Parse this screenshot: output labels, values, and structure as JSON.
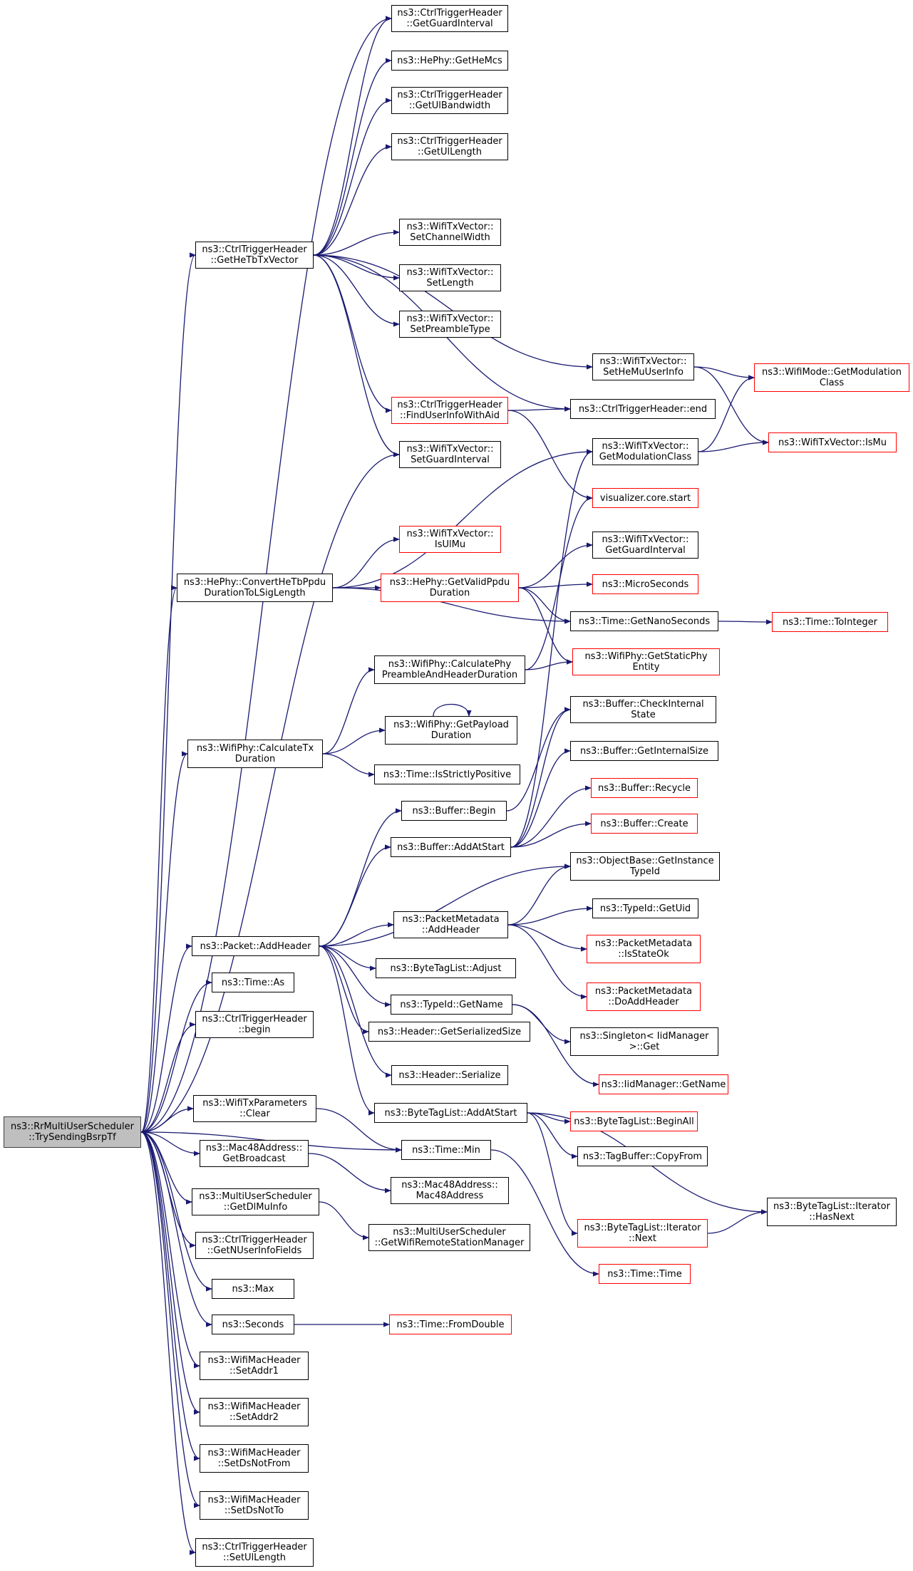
{
  "diagram": {
    "colors": {
      "edge": "#191970",
      "node_border": "#000000",
      "node_border_incomplete": "#ff0000",
      "root_fill": "#bfbfbf",
      "node_fill": "#ffffff"
    },
    "nodes": [
      {
        "id": "root",
        "lines": [
          "ns3::RrMultiUserScheduler",
          "::TrySendingBsrpTf"
        ],
        "style": "root"
      },
      {
        "id": "getHeTbTxVector",
        "lines": [
          "ns3::CtrlTriggerHeader",
          "::GetHeTbTxVector"
        ],
        "style": "normal"
      },
      {
        "id": "getGuardIntervalCTH",
        "lines": [
          "ns3::CtrlTriggerHeader",
          "::GetGuardInterval"
        ],
        "style": "normal"
      },
      {
        "id": "getHeMcs",
        "lines": [
          "ns3::HePhy::GetHeMcs"
        ],
        "style": "normal"
      },
      {
        "id": "getUlBandwidth",
        "lines": [
          "ns3::CtrlTriggerHeader",
          "::GetUlBandwidth"
        ],
        "style": "normal"
      },
      {
        "id": "getUlLength",
        "lines": [
          "ns3::CtrlTriggerHeader",
          "::GetUlLength"
        ],
        "style": "normal"
      },
      {
        "id": "setChannelWidth",
        "lines": [
          "ns3::WifiTxVector::",
          "SetChannelWidth"
        ],
        "style": "normal"
      },
      {
        "id": "setLength",
        "lines": [
          "ns3::WifiTxVector::",
          "SetLength"
        ],
        "style": "normal"
      },
      {
        "id": "setPreambleType",
        "lines": [
          "ns3::WifiTxVector::",
          "SetPreambleType"
        ],
        "style": "normal"
      },
      {
        "id": "setHeMuUserInfo",
        "lines": [
          "ns3::WifiTxVector::",
          "SetHeMuUserInfo"
        ],
        "style": "normal"
      },
      {
        "id": "getModulationClassMode",
        "lines": [
          "ns3::WifiMode::GetModulation",
          "Class"
        ],
        "style": "red"
      },
      {
        "id": "findUserInfoWithAid",
        "lines": [
          "ns3::CtrlTriggerHeader",
          "::FindUserInfoWithAid"
        ],
        "style": "red"
      },
      {
        "id": "cthEnd",
        "lines": [
          "ns3::CtrlTriggerHeader::end"
        ],
        "style": "normal"
      },
      {
        "id": "isMu",
        "lines": [
          "ns3::WifiTxVector::IsMu"
        ],
        "style": "red"
      },
      {
        "id": "setGuardInterval",
        "lines": [
          "ns3::WifiTxVector::",
          "SetGuardInterval"
        ],
        "style": "normal"
      },
      {
        "id": "getModulationClassTxv",
        "lines": [
          "ns3::WifiTxVector::",
          "GetModulationClass"
        ],
        "style": "normal"
      },
      {
        "id": "vizStart",
        "lines": [
          "visualizer.core.start"
        ],
        "style": "red"
      },
      {
        "id": "isUlMu",
        "lines": [
          "ns3::WifiTxVector::",
          "IsUlMu"
        ],
        "style": "red"
      },
      {
        "id": "getGuardIntervalTxv",
        "lines": [
          "ns3::WifiTxVector::",
          "GetGuardInterval"
        ],
        "style": "normal"
      },
      {
        "id": "convertHeTb",
        "lines": [
          "ns3::HePhy::ConvertHeTbPpdu",
          "DurationToLSigLength"
        ],
        "style": "normal"
      },
      {
        "id": "getValidPpdu",
        "lines": [
          "ns3::HePhy::GetValidPpdu",
          "Duration"
        ],
        "style": "red"
      },
      {
        "id": "microSeconds",
        "lines": [
          "ns3::MicroSeconds"
        ],
        "style": "red"
      },
      {
        "id": "getNanoSeconds",
        "lines": [
          "ns3::Time::GetNanoSeconds"
        ],
        "style": "normal"
      },
      {
        "id": "toInteger",
        "lines": [
          "ns3::Time::ToInteger"
        ],
        "style": "red"
      },
      {
        "id": "calcPreamble",
        "lines": [
          "ns3::WifiPhy::CalculatePhy",
          "PreambleAndHeaderDuration"
        ],
        "style": "normal"
      },
      {
        "id": "getStaticPhy",
        "lines": [
          "ns3::WifiPhy::GetStaticPhy",
          "Entity"
        ],
        "style": "red"
      },
      {
        "id": "getPayload",
        "lines": [
          "ns3::WifiPhy::GetPayload",
          "Duration"
        ],
        "style": "normal"
      },
      {
        "id": "calcTx",
        "lines": [
          "ns3::WifiPhy::CalculateTx",
          "Duration"
        ],
        "style": "normal"
      },
      {
        "id": "isStrictlyPositive",
        "lines": [
          "ns3::Time::IsStrictlyPositive"
        ],
        "style": "normal"
      },
      {
        "id": "checkInternal",
        "lines": [
          "ns3::Buffer::CheckInternal",
          "State"
        ],
        "style": "normal"
      },
      {
        "id": "getInternalSize",
        "lines": [
          "ns3::Buffer::GetInternalSize"
        ],
        "style": "normal"
      },
      {
        "id": "bufferBegin",
        "lines": [
          "ns3::Buffer::Begin"
        ],
        "style": "normal"
      },
      {
        "id": "recycle",
        "lines": [
          "ns3::Buffer::Recycle"
        ],
        "style": "red"
      },
      {
        "id": "addAtStartBuf",
        "lines": [
          "ns3::Buffer::AddAtStart"
        ],
        "style": "normal"
      },
      {
        "id": "create",
        "lines": [
          "ns3::Buffer::Create"
        ],
        "style": "red"
      },
      {
        "id": "getInstanceTypeId",
        "lines": [
          "ns3::ObjectBase::GetInstance",
          "TypeId"
        ],
        "style": "normal"
      },
      {
        "id": "pmAddHeader",
        "lines": [
          "ns3::PacketMetadata",
          "::AddHeader"
        ],
        "style": "normal"
      },
      {
        "id": "getUid",
        "lines": [
          "ns3::TypeId::GetUid"
        ],
        "style": "normal"
      },
      {
        "id": "packetAddHeader",
        "lines": [
          "ns3::Packet::AddHeader"
        ],
        "style": "normal"
      },
      {
        "id": "isStateOk",
        "lines": [
          "ns3::PacketMetadata",
          "::IsStateOk"
        ],
        "style": "red"
      },
      {
        "id": "adjust",
        "lines": [
          "ns3::ByteTagList::Adjust"
        ],
        "style": "normal"
      },
      {
        "id": "doAddHeader",
        "lines": [
          "ns3::PacketMetadata",
          "::DoAddHeader"
        ],
        "style": "red"
      },
      {
        "id": "timeAs",
        "lines": [
          "ns3::Time::As"
        ],
        "style": "normal"
      },
      {
        "id": "getName",
        "lines": [
          "ns3::TypeId::GetName"
        ],
        "style": "normal"
      },
      {
        "id": "cthBegin",
        "lines": [
          "ns3::CtrlTriggerHeader",
          "::begin"
        ],
        "style": "normal"
      },
      {
        "id": "getSerializedSize",
        "lines": [
          "ns3::Header::GetSerializedSize"
        ],
        "style": "normal"
      },
      {
        "id": "singletonGet",
        "lines": [
          "ns3::Singleton< IidManager",
          " >::Get"
        ],
        "style": "normal"
      },
      {
        "id": "serialize",
        "lines": [
          "ns3::Header::Serialize"
        ],
        "style": "normal"
      },
      {
        "id": "iidGetName",
        "lines": [
          "ns3::IidManager::GetName"
        ],
        "style": "red"
      },
      {
        "id": "wtpClear",
        "lines": [
          "ns3::WifiTxParameters",
          "::Clear"
        ],
        "style": "normal"
      },
      {
        "id": "btlAddAtStart",
        "lines": [
          "ns3::ByteTagList::AddAtStart"
        ],
        "style": "normal"
      },
      {
        "id": "beginAll",
        "lines": [
          "ns3::ByteTagList::BeginAll"
        ],
        "style": "red"
      },
      {
        "id": "timeMin",
        "lines": [
          "ns3::Time::Min"
        ],
        "style": "normal"
      },
      {
        "id": "getBroadcast",
        "lines": [
          "ns3::Mac48Address::",
          "GetBroadcast"
        ],
        "style": "normal"
      },
      {
        "id": "copyFrom",
        "lines": [
          "ns3::TagBuffer::CopyFrom"
        ],
        "style": "normal"
      },
      {
        "id": "mac48Address",
        "lines": [
          "ns3::Mac48Address::",
          "Mac48Address"
        ],
        "style": "normal"
      },
      {
        "id": "hasNext",
        "lines": [
          "ns3::ByteTagList::Iterator",
          "::HasNext"
        ],
        "style": "normal"
      },
      {
        "id": "getDlMuInfo",
        "lines": [
          "ns3::MultiUserScheduler",
          "::GetDlMuInfo"
        ],
        "style": "normal"
      },
      {
        "id": "iterNext",
        "lines": [
          "ns3::ByteTagList::Iterator",
          "::Next"
        ],
        "style": "red"
      },
      {
        "id": "getWifiRemote",
        "lines": [
          "ns3::MultiUserScheduler",
          "::GetWifiRemoteStationManager"
        ],
        "style": "normal"
      },
      {
        "id": "getNUserInfoFields",
        "lines": [
          "ns3::CtrlTriggerHeader",
          "::GetNUserInfoFields"
        ],
        "style": "normal"
      },
      {
        "id": "timeTime",
        "lines": [
          "ns3::Time::Time"
        ],
        "style": "red"
      },
      {
        "id": "max",
        "lines": [
          "ns3::Max"
        ],
        "style": "normal"
      },
      {
        "id": "seconds",
        "lines": [
          "ns3::Seconds"
        ],
        "style": "normal"
      },
      {
        "id": "fromDouble",
        "lines": [
          "ns3::Time::FromDouble"
        ],
        "style": "red"
      },
      {
        "id": "setAddr1",
        "lines": [
          "ns3::WifiMacHeader",
          "::SetAddr1"
        ],
        "style": "normal"
      },
      {
        "id": "setAddr2",
        "lines": [
          "ns3::WifiMacHeader",
          "::SetAddr2"
        ],
        "style": "normal"
      },
      {
        "id": "setDsNotFrom",
        "lines": [
          "ns3::WifiMacHeader",
          "::SetDsNotFrom"
        ],
        "style": "normal"
      },
      {
        "id": "setDsNotTo",
        "lines": [
          "ns3::WifiMacHeader",
          "::SetDsNotTo"
        ],
        "style": "normal"
      },
      {
        "id": "setUlLength",
        "lines": [
          "ns3::CtrlTriggerHeader",
          "::SetUlLength"
        ],
        "style": "normal"
      }
    ],
    "edges": [
      [
        "root",
        "getGuardIntervalCTH"
      ],
      [
        "root",
        "getHeTbTxVector"
      ],
      [
        "root",
        "setGuardInterval"
      ],
      [
        "root",
        "convertHeTb"
      ],
      [
        "root",
        "calcTx"
      ],
      [
        "root",
        "packetAddHeader"
      ],
      [
        "root",
        "timeAs"
      ],
      [
        "root",
        "cthBegin"
      ],
      [
        "root",
        "timeMin"
      ],
      [
        "root",
        "wtpClear"
      ],
      [
        "root",
        "getBroadcast"
      ],
      [
        "root",
        "getDlMuInfo"
      ],
      [
        "root",
        "getNUserInfoFields"
      ],
      [
        "root",
        "max"
      ],
      [
        "root",
        "seconds"
      ],
      [
        "root",
        "setAddr1"
      ],
      [
        "root",
        "setAddr2"
      ],
      [
        "root",
        "setDsNotFrom"
      ],
      [
        "root",
        "setDsNotTo"
      ],
      [
        "root",
        "setUlLength"
      ],
      [
        "getHeTbTxVector",
        "getGuardIntervalCTH"
      ],
      [
        "getHeTbTxVector",
        "getHeMcs"
      ],
      [
        "getHeTbTxVector",
        "getUlBandwidth"
      ],
      [
        "getHeTbTxVector",
        "getUlLength"
      ],
      [
        "getHeTbTxVector",
        "setHeMuUserInfo"
      ],
      [
        "getHeTbTxVector",
        "setChannelWidth"
      ],
      [
        "getHeTbTxVector",
        "setLength"
      ],
      [
        "getHeTbTxVector",
        "setPreambleType"
      ],
      [
        "getHeTbTxVector",
        "cthEnd"
      ],
      [
        "getHeTbTxVector",
        "findUserInfoWithAid"
      ],
      [
        "getHeTbTxVector",
        "setGuardInterval"
      ],
      [
        "setHeMuUserInfo",
        "getModulationClassMode"
      ],
      [
        "setHeMuUserInfo",
        "isMu"
      ],
      [
        "findUserInfoWithAid",
        "cthEnd"
      ],
      [
        "findUserInfoWithAid",
        "vizStart"
      ],
      [
        "getModulationClassTxv",
        "getModulationClassMode"
      ],
      [
        "getModulationClassTxv",
        "isMu"
      ],
      [
        "convertHeTb",
        "getModulationClassTxv"
      ],
      [
        "convertHeTb",
        "isUlMu"
      ],
      [
        "convertHeTb",
        "getValidPpdu"
      ],
      [
        "convertHeTb",
        "getNanoSeconds"
      ],
      [
        "getValidPpdu",
        "getGuardIntervalTxv"
      ],
      [
        "getValidPpdu",
        "microSeconds"
      ],
      [
        "getValidPpdu",
        "getNanoSeconds"
      ],
      [
        "getValidPpdu",
        "getStaticPhy"
      ],
      [
        "getNanoSeconds",
        "toInteger"
      ],
      [
        "calcPreamble",
        "vizStart"
      ],
      [
        "calcPreamble",
        "getStaticPhy"
      ],
      [
        "getPayload",
        "getPayload"
      ],
      [
        "calcTx",
        "calcPreamble"
      ],
      [
        "calcTx",
        "getPayload"
      ],
      [
        "calcTx",
        "isStrictlyPositive"
      ],
      [
        "bufferBegin",
        "checkInternal"
      ],
      [
        "addAtStartBuf",
        "checkInternal"
      ],
      [
        "addAtStartBuf",
        "getInternalSize"
      ],
      [
        "addAtStartBuf",
        "recycle"
      ],
      [
        "addAtStartBuf",
        "create"
      ],
      [
        "addAtStartBuf",
        "getModulationClassTxv"
      ],
      [
        "packetAddHeader",
        "bufferBegin"
      ],
      [
        "packetAddHeader",
        "addAtStartBuf"
      ],
      [
        "packetAddHeader",
        "getInstanceTypeId"
      ],
      [
        "packetAddHeader",
        "pmAddHeader"
      ],
      [
        "packetAddHeader",
        "adjust"
      ],
      [
        "packetAddHeader",
        "getName"
      ],
      [
        "packetAddHeader",
        "getSerializedSize"
      ],
      [
        "packetAddHeader",
        "serialize"
      ],
      [
        "packetAddHeader",
        "btlAddAtStart"
      ],
      [
        "pmAddHeader",
        "getInstanceTypeId"
      ],
      [
        "pmAddHeader",
        "getUid"
      ],
      [
        "pmAddHeader",
        "isStateOk"
      ],
      [
        "pmAddHeader",
        "doAddHeader"
      ],
      [
        "getName",
        "singletonGet"
      ],
      [
        "getName",
        "iidGetName"
      ],
      [
        "btlAddAtStart",
        "beginAll"
      ],
      [
        "btlAddAtStart",
        "copyFrom"
      ],
      [
        "btlAddAtStart",
        "hasNext"
      ],
      [
        "btlAddAtStart",
        "iterNext"
      ],
      [
        "iterNext",
        "hasNext"
      ],
      [
        "timeMin",
        "timeTime"
      ],
      [
        "wtpClear",
        "timeMin"
      ],
      [
        "getBroadcast",
        "mac48Address"
      ],
      [
        "getDlMuInfo",
        "getWifiRemote"
      ],
      [
        "seconds",
        "fromDouble"
      ]
    ]
  }
}
